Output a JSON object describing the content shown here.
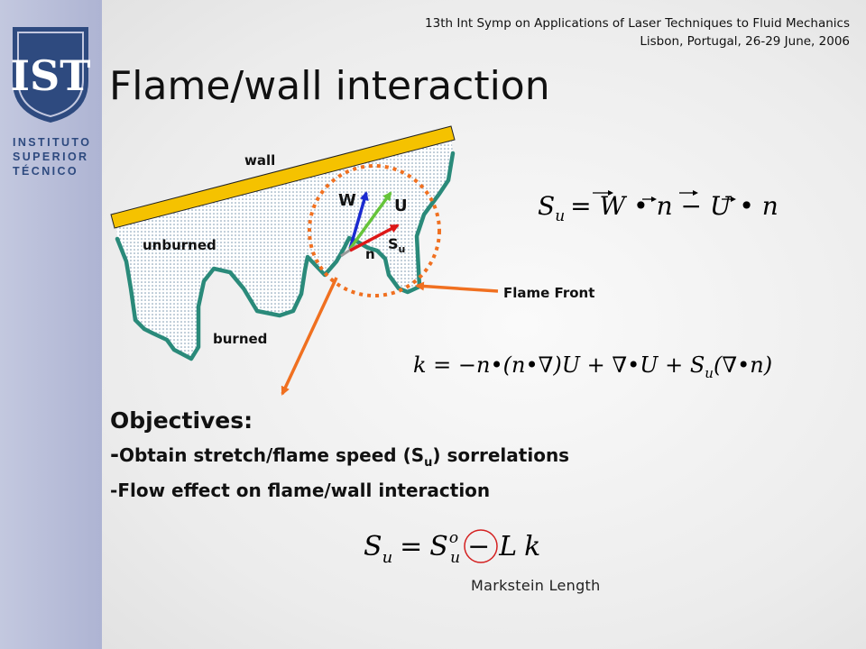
{
  "logo": {
    "shield_text": "IST",
    "lines": [
      "INSTITUTO",
      "SUPERIOR",
      "TÉCNICO"
    ]
  },
  "conference": {
    "line1": "13th Int Symp on Applications of Laser Techniques to Fluid Mechanics",
    "line2": "Lisbon, Portugal, 26-29 June, 2006"
  },
  "title": "Flame/wall interaction",
  "diagram": {
    "wall_label": "wall",
    "unburned_label": "unburned",
    "burned_label": "burned",
    "flame_front_label": "Flame Front",
    "vector_W": "W",
    "vector_U": "U",
    "vector_Su_base": "S",
    "vector_Su_sub": "u",
    "vector_n": "n"
  },
  "equations": {
    "eq1_S": "S",
    "eq1_sub": "u",
    "eq1_rest": "= W • n − U • n",
    "eq2": "k = −n•(n•∇)U + ∇•U + S",
    "eq2_sub": "u",
    "eq2_tail": "(∇•n)",
    "eq3_S": "S",
    "eq3_sub": "u",
    "eq3_eq": "=",
    "eq3_S0": "S",
    "eq3_S0_sup": "o",
    "eq3_S0_sub": "u",
    "eq3_minus": "−",
    "eq3_L": "L",
    "eq3_k": "k"
  },
  "objectives": {
    "heading": "Objectives:",
    "item1_dash": "-",
    "item1_pre": "Obtain stretch/flame speed (S",
    "item1_sub": "u",
    "item1_post": ") sorrelations",
    "item2_dash": "-",
    "item2": "Flow effect on flame/wall interaction"
  },
  "markstein_label": "Markstein Length",
  "colors": {
    "wall": "#f5c200",
    "flame_front": "#2a8a7a",
    "arrow_orange": "#f07020",
    "vector_W": "#1a2ad0",
    "vector_U": "#66c43a",
    "vector_Su": "#dd1818",
    "circle_marker": "#d42020",
    "logo_blue": "#2e4a7f"
  }
}
